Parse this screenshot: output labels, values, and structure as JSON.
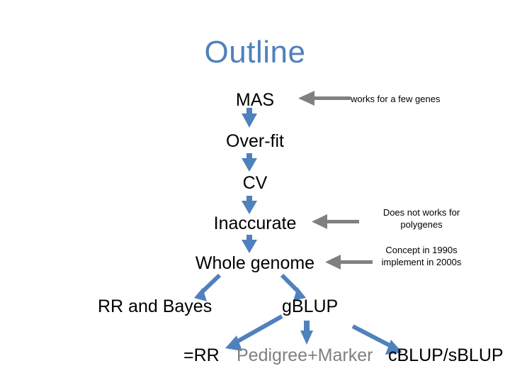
{
  "slide": {
    "title": "Outline",
    "title_color": "#4f81bd",
    "background_color": "#ffffff",
    "accent_blue": "#4f81bd",
    "arrow_gray": "#808080",
    "muted_gray": "#808080"
  },
  "nodes": [
    {
      "id": "mas",
      "label": "MAS",
      "color": "#000000"
    },
    {
      "id": "overfit",
      "label": "Over-fit",
      "color": "#000000"
    },
    {
      "id": "cv",
      "label": "CV",
      "color": "#000000"
    },
    {
      "id": "inaccurate",
      "label": "Inaccurate",
      "color": "#000000"
    },
    {
      "id": "whole-genome",
      "label": "Whole genome",
      "color": "#000000"
    },
    {
      "id": "rr-and-bayes",
      "label": "RR and Bayes",
      "color": "#000000"
    },
    {
      "id": "gblup",
      "label": "gBLUP",
      "color": "#000000"
    },
    {
      "id": "eq-rr",
      "label": "=RR",
      "color": "#000000"
    },
    {
      "id": "pedigree-marker",
      "label": "Pedigree+Marker",
      "color": "#808080"
    },
    {
      "id": "cblup-sblup",
      "label": "cBLUP/sBLUP",
      "color": "#000000"
    }
  ],
  "annotations": [
    {
      "id": "mas-note",
      "line1": "works for a few genes",
      "line2": ""
    },
    {
      "id": "inaccurate-note",
      "line1": "Does not works for",
      "line2": "polygenes"
    },
    {
      "id": "whole-genome-note",
      "line1": "Concept in 1990s",
      "line2": "implement in 2000s"
    }
  ],
  "arrows": {
    "down_mas_to_overfit": "down-arrow-icon",
    "down_overfit_to_cv": "down-arrow-icon",
    "down_cv_to_inaccurate": "down-arrow-icon",
    "down_inaccurate_to_whole_genome": "down-arrow-icon",
    "diag_whole_genome_to_rr": "down-left-arrow-icon",
    "diag_whole_genome_to_gblup": "down-right-arrow-icon",
    "diag_gblup_to_eqrr": "down-left-arrow-icon",
    "down_gblup_to_pedigree": "down-arrow-icon",
    "diag_to_cblup": "down-right-arrow-icon",
    "left_to_mas": "left-arrow-icon",
    "left_to_inaccurate": "left-arrow-icon",
    "left_to_whole_genome": "left-arrow-icon"
  }
}
